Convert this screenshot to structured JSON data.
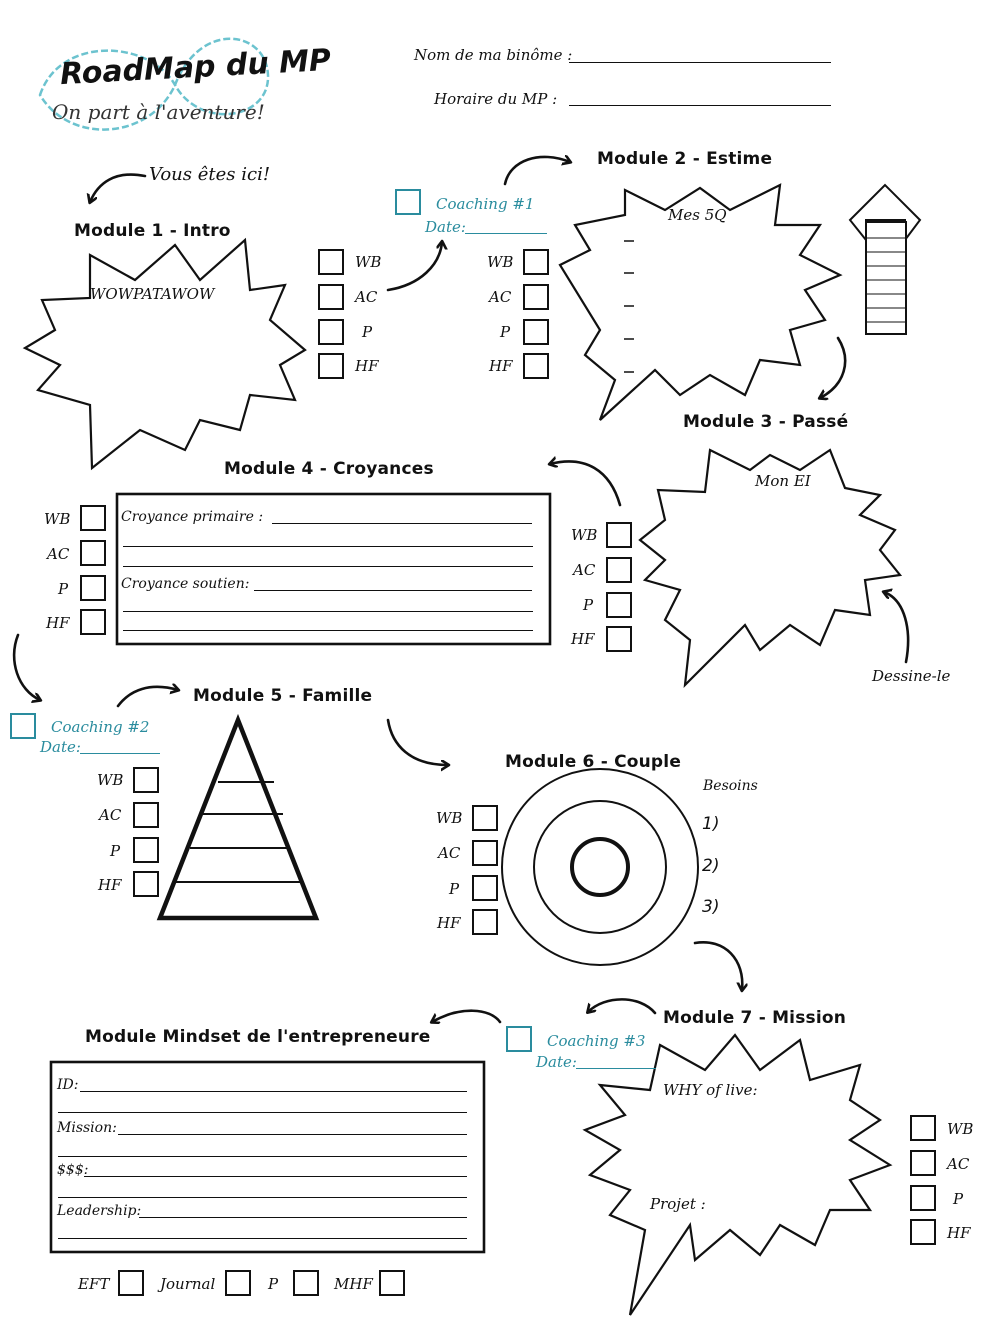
{
  "header": {
    "logo_title": "RoadMap du MP",
    "logo_subtitle": "On part à l'aventure!",
    "binome_label": "Nom de ma binôme :",
    "horaire_label": "Horaire du MP :"
  },
  "you_are_here": "Vous êtes ici!",
  "check_labels": {
    "wb": "WB",
    "ac": "AC",
    "p": "P",
    "hf": "HF"
  },
  "coaching": {
    "c1": "Coaching #1",
    "c2": "Coaching #2",
    "c3": "Coaching #3",
    "date_label": "Date:"
  },
  "modules": {
    "m1": {
      "title": "Module 1 - Intro",
      "bubble_text": "WOWPATAWOW"
    },
    "m2": {
      "title": "Module 2 - Estime",
      "bubble_text": "Mes 5Q"
    },
    "m3": {
      "title": "Module 3 - Passé",
      "bubble_text": "Mon EI",
      "draw_hint": "Dessine-le"
    },
    "m4": {
      "title": "Module 4 - Croyances",
      "primary_label": "Croyance primaire :",
      "support_label": "Croyance soutien:"
    },
    "m5": {
      "title": "Module 5 - Famille"
    },
    "m6": {
      "title": "Module 6 - Couple",
      "needs_label": "Besoins",
      "needs": [
        "1)",
        "2)",
        "3)"
      ]
    },
    "m7": {
      "title": "Module 7 - Mission",
      "why_label": "WHY of live:",
      "projet_label": "Projet :"
    },
    "mindset": {
      "title": "Module Mindset de l'entrepreneure",
      "fields": [
        "ID:",
        "Mission:",
        "$$$:",
        "Leadership:"
      ],
      "bottom_checks": [
        "EFT",
        "Journal",
        "P",
        "MHF"
      ]
    }
  },
  "colors": {
    "accent": "#2a8c9e",
    "ink": "#111111"
  }
}
